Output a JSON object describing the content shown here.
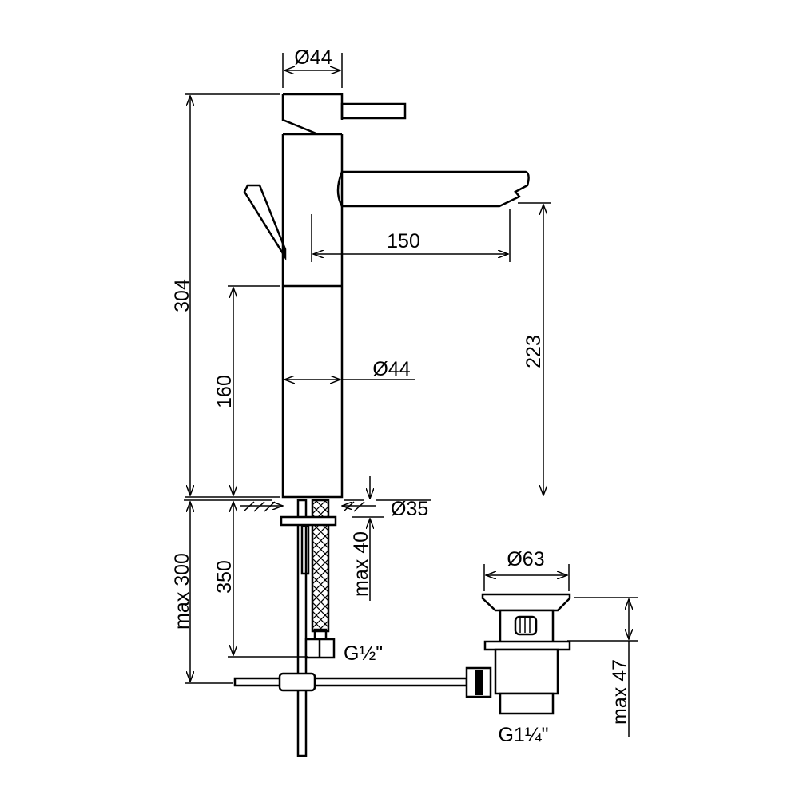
{
  "dimensions": {
    "top_diameter": "Ø44",
    "body_diameter": "Ø44",
    "total_height": "304",
    "lower_body_height": "160",
    "spout_reach": "150",
    "spout_height": "223",
    "hole_diameter": "Ø35",
    "max_counter_thickness": "max 40",
    "hose_length": "350",
    "max_rod_depth": "max 300",
    "drain_diameter": "Ø63",
    "max_drain_height": "max 47"
  },
  "threads": {
    "supply": "G½\"",
    "drain": "G1¼\""
  }
}
